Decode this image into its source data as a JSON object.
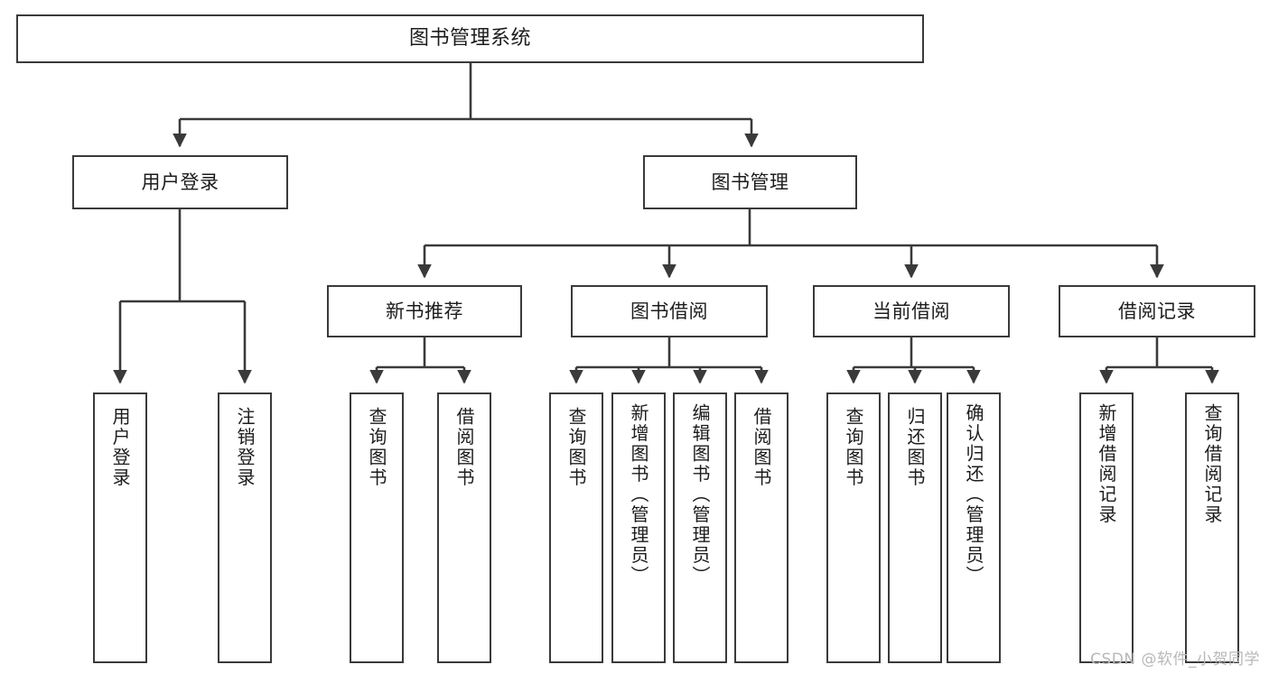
{
  "diagram": {
    "type": "tree",
    "title_node": {
      "label": "图书管理系统"
    },
    "level2": [
      {
        "label": "用户登录"
      },
      {
        "label": "图书管理"
      }
    ],
    "level3": [
      {
        "label": "新书推荐"
      },
      {
        "label": "图书借阅"
      },
      {
        "label": "当前借阅"
      },
      {
        "label": "借阅记录"
      }
    ],
    "leaves": {
      "user_login": [
        {
          "label": "用户登录"
        },
        {
          "label": "注销登录"
        }
      ],
      "new_book_recommend": [
        {
          "label": "查询图书"
        },
        {
          "label": "借阅图书"
        }
      ],
      "book_borrow": [
        {
          "label": "查询图书"
        },
        {
          "label": "新增图书（管理员）"
        },
        {
          "label": "编辑图书（管理员）"
        },
        {
          "label": "借阅图书"
        }
      ],
      "current_borrow": [
        {
          "label": "查询图书"
        },
        {
          "label": "归还图书"
        },
        {
          "label": "确认归还（管理员）"
        }
      ],
      "borrow_record": [
        {
          "label": "新增借阅记录"
        },
        {
          "label": "查询借阅记录"
        }
      ]
    }
  },
  "watermark": {
    "text": "CSDN @软件_小贺同学"
  },
  "colors": {
    "stroke": "#3a3a3a",
    "background": "#ffffff",
    "text": "#1c1c1c",
    "watermark": "#b8b8b8"
  }
}
